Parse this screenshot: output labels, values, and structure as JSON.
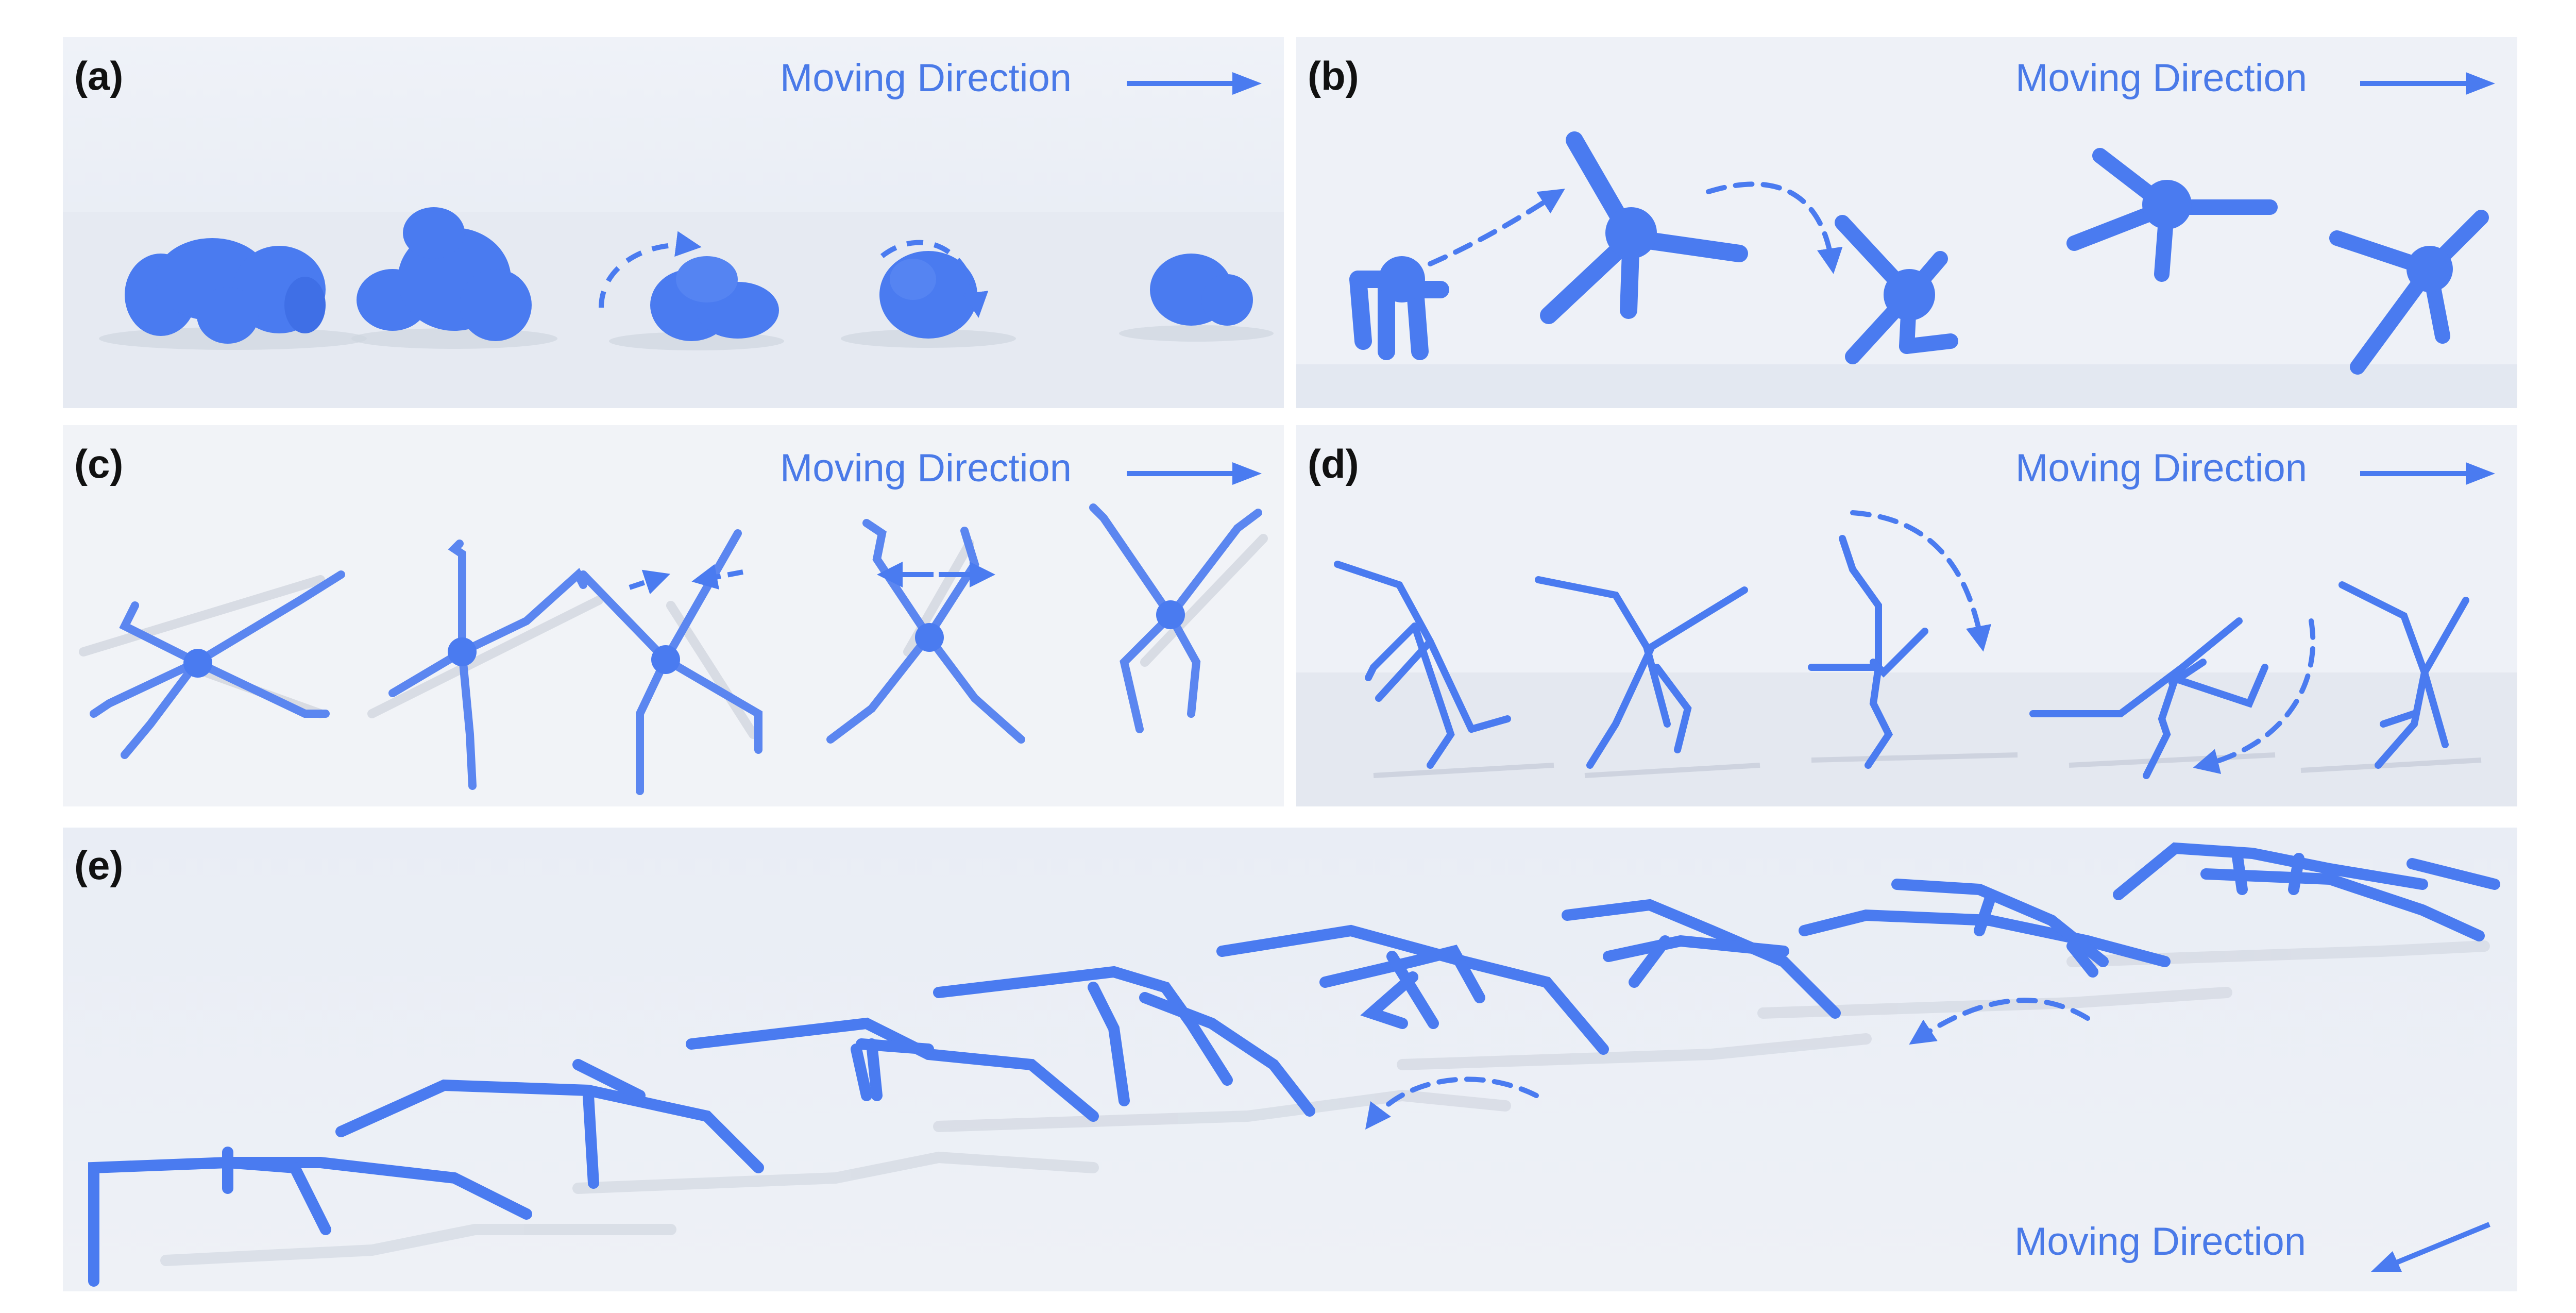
{
  "colors": {
    "robot": "#4a7bf0",
    "robot_dark": "#2f5fd6",
    "text_blue": "#4a7ae8",
    "bg_a": "#eef1f7",
    "floor": "#e3e8f2",
    "shadow": "#cdd3df"
  },
  "panels": [
    {
      "id": "a",
      "label": "(a)",
      "direction": "Moving Direction",
      "arrow": "right-arrow-icon"
    },
    {
      "id": "b",
      "label": "(b)",
      "direction": "Moving Direction",
      "arrow": "right-arrow-icon"
    },
    {
      "id": "c",
      "label": "(c)",
      "direction": "Moving Direction",
      "arrow": "right-arrow-icon"
    },
    {
      "id": "d",
      "label": "(d)",
      "direction": "Moving Direction",
      "arrow": "right-arrow-icon"
    },
    {
      "id": "e",
      "label": "(e)",
      "direction": "Moving Direction",
      "arrow": "down-left-arrow-icon"
    }
  ]
}
